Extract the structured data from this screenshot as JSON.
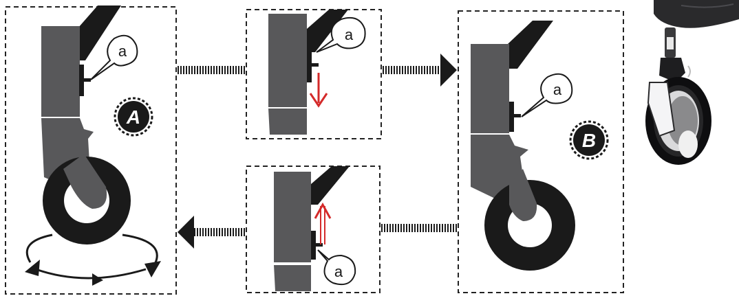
{
  "panels": {
    "a": {
      "badge": "A",
      "callout": "a"
    },
    "step_down": {
      "callout": "a"
    },
    "b": {
      "badge": "B",
      "callout": "a"
    },
    "step_up": {
      "callout": "a"
    }
  },
  "colors": {
    "frame_gray": "#58585a",
    "black": "#1a1a1a",
    "arrow_red": "#d42a2a",
    "border": "#222222"
  },
  "icons": {
    "badge_a": "gear-badge-icon",
    "badge_b": "gear-badge-icon",
    "arrow_down": "red-arrow-down-icon",
    "arrow_up": "red-arrow-up-icon",
    "rotation": "swivel-rotation-icon"
  }
}
